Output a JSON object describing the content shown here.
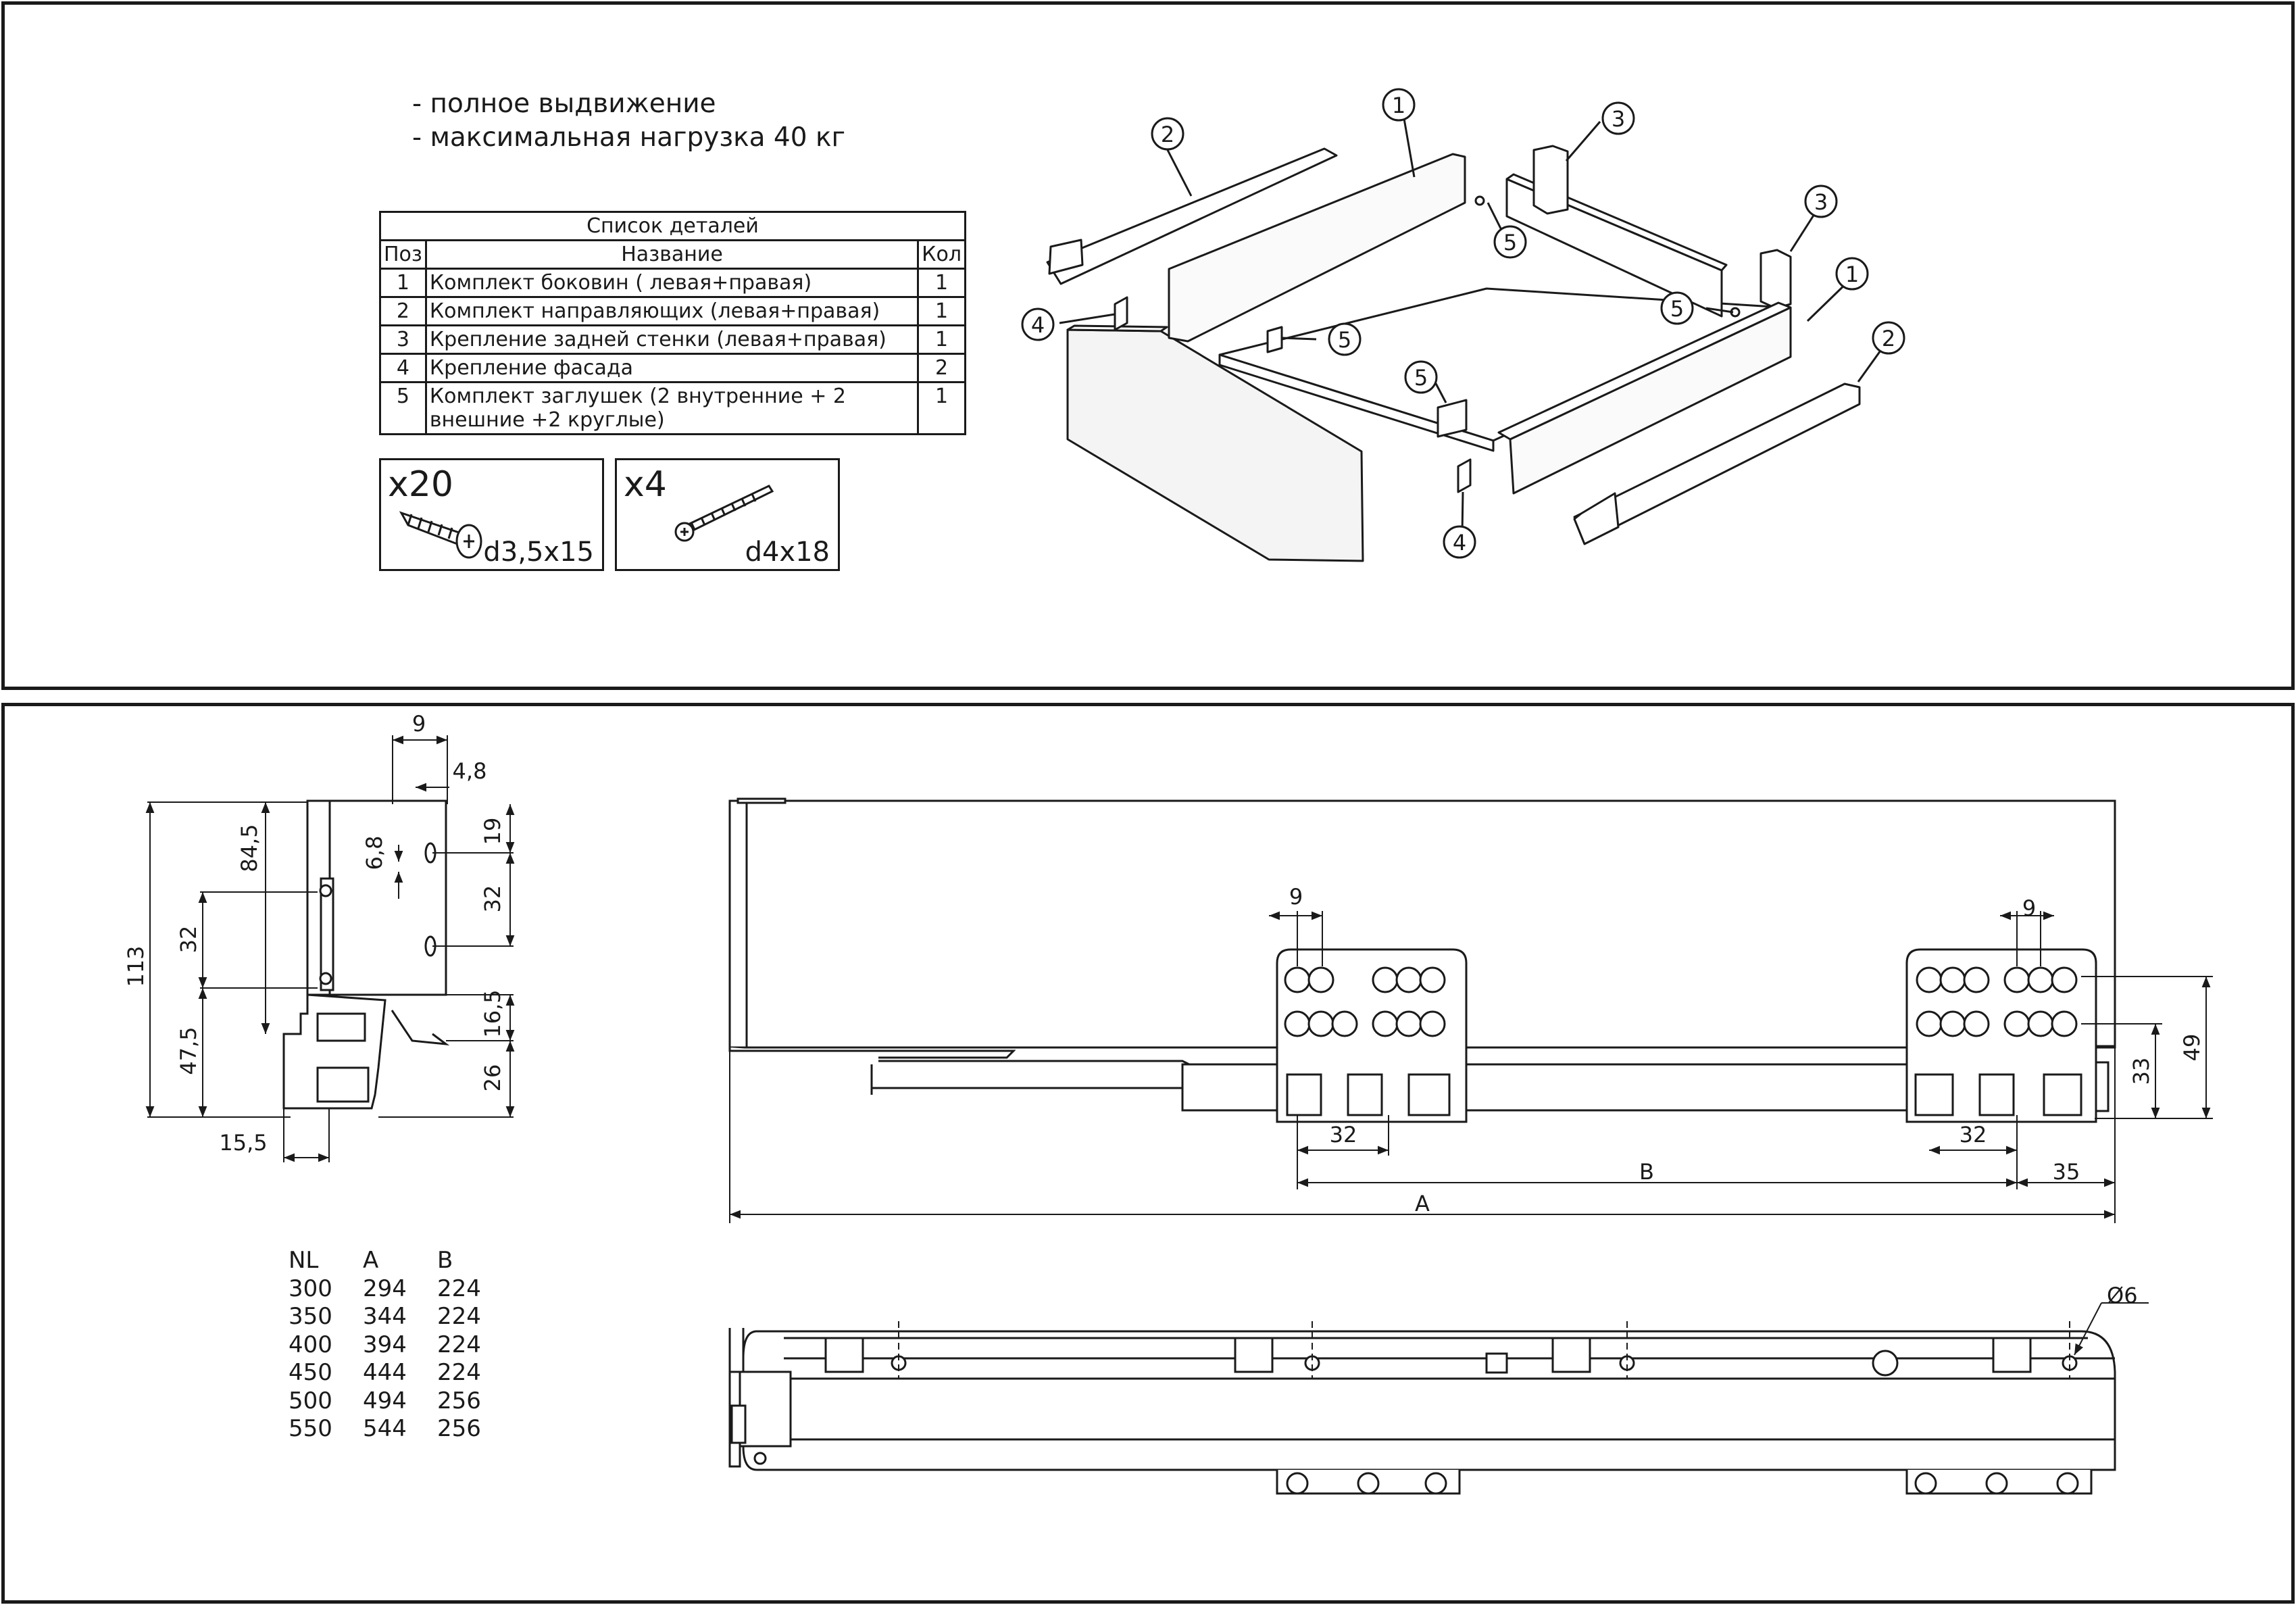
{
  "features": [
    "- полное выдвижение",
    "- максимальная нагрузка 40 кг"
  ],
  "parts_table": {
    "title": "Список деталей",
    "headers": [
      "Поз",
      "Название",
      "Кол"
    ],
    "rows": [
      {
        "pos": "1",
        "name": "Комплект боковин ( левая+правая)",
        "qty": "1"
      },
      {
        "pos": "2",
        "name": "Комплект направляющих (левая+правая)",
        "qty": "1"
      },
      {
        "pos": "3",
        "name": "Крепление задней стенки (левая+правая)",
        "qty": "1"
      },
      {
        "pos": "4",
        "name": "Крепление фасада",
        "qty": "2"
      },
      {
        "pos": "5",
        "name": "Комплект заглушек (2 внутренние + 2 внешние +2 круглые)",
        "qty": "1"
      }
    ]
  },
  "screws": [
    {
      "count": "x20",
      "size": "d3,5x15",
      "icon": "flat-head-screw-icon"
    },
    {
      "count": "x4",
      "size": "d4x18",
      "icon": "round-head-screw-icon"
    }
  ],
  "callouts": {
    "c1": "1",
    "c2": "2",
    "c3": "3",
    "c4": "4",
    "c5": "5"
  },
  "side_dims": {
    "d9": "9",
    "d4_8": "4,8",
    "d19": "19",
    "d6_8": "6,8",
    "d84_5": "84,5",
    "d32": "32",
    "d32b": "32",
    "d113": "113",
    "d16_5": "16,5",
    "d47_5": "47,5",
    "d26": "26",
    "d15_5": "15,5"
  },
  "front_dims": {
    "d9a": "9",
    "d9b": "9",
    "d32a": "32",
    "d32b": "32",
    "dB": "B",
    "d35": "35",
    "dA": "A",
    "d33": "33",
    "d49": "49",
    "d6": "Ø6"
  },
  "nl_table": {
    "headers": [
      "NL",
      "A",
      "B"
    ],
    "rows": [
      [
        "300",
        "294",
        "224"
      ],
      [
        "350",
        "344",
        "224"
      ],
      [
        "400",
        "394",
        "224"
      ],
      [
        "450",
        "444",
        "224"
      ],
      [
        "500",
        "494",
        "256"
      ],
      [
        "550",
        "544",
        "256"
      ]
    ]
  }
}
